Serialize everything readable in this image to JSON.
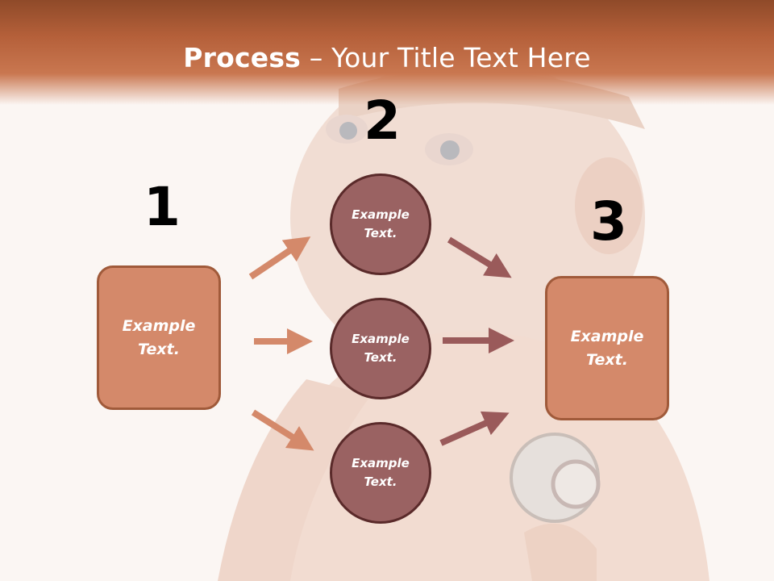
{
  "title": {
    "bold": "Process",
    "rest": " – Your Title Text Here"
  },
  "steps": [
    {
      "number": "1",
      "label": "Example Text."
    },
    {
      "number": "2",
      "items": [
        "Example Text.",
        "Example Text.",
        "Example Text."
      ]
    },
    {
      "number": "3",
      "label": "Example Text."
    }
  ],
  "colors": {
    "header": "#b5603a",
    "box": "#d4896a",
    "circle": "#9a6262",
    "arrow_left": "#d4896a",
    "arrow_right": "#9a5a5a"
  }
}
